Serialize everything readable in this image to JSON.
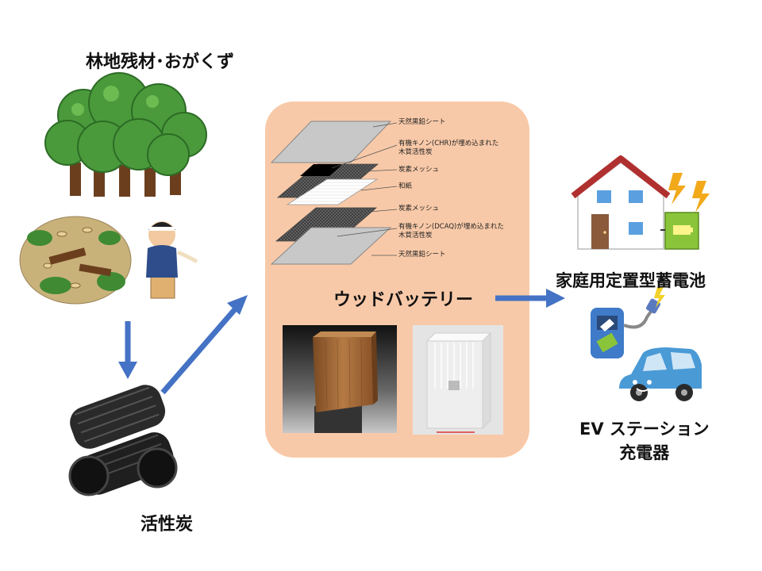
{
  "labels": {
    "forest": "林地残材･おがくず",
    "charcoal": "活性炭",
    "battery": "ウッドバッテリー",
    "home_storage": "家庭用定置型蓄電池",
    "ev_line1": "EV ステーション",
    "ev_line2": "充電器"
  },
  "layers": [
    "天然黒鉛シート",
    "有機キノン(CHR)が埋め込まれた",
    "木質活性炭",
    "炭素メッシュ",
    "和紙",
    "炭素メッシュ",
    "有機キノン(DCAQ)が埋め込まれた",
    "木質活性炭",
    "天然黒鉛シート"
  ],
  "colors": {
    "panel": "#f8c9a8",
    "arrow": "#4472c4",
    "foliage": "#4a9a3c",
    "house_roof": "#b03030",
    "battery_green": "#8ac43a",
    "car_blue": "#4a9ad6"
  },
  "icons": [
    "forest-icon",
    "cut-stumps-icon",
    "woodworker-icon",
    "charcoal-icon",
    "exploded-layers-icon",
    "wood-cell-photo",
    "cell-frame-render",
    "house-icon",
    "lightning-icon",
    "home-battery-icon",
    "ev-charger-icon",
    "car-icon"
  ]
}
